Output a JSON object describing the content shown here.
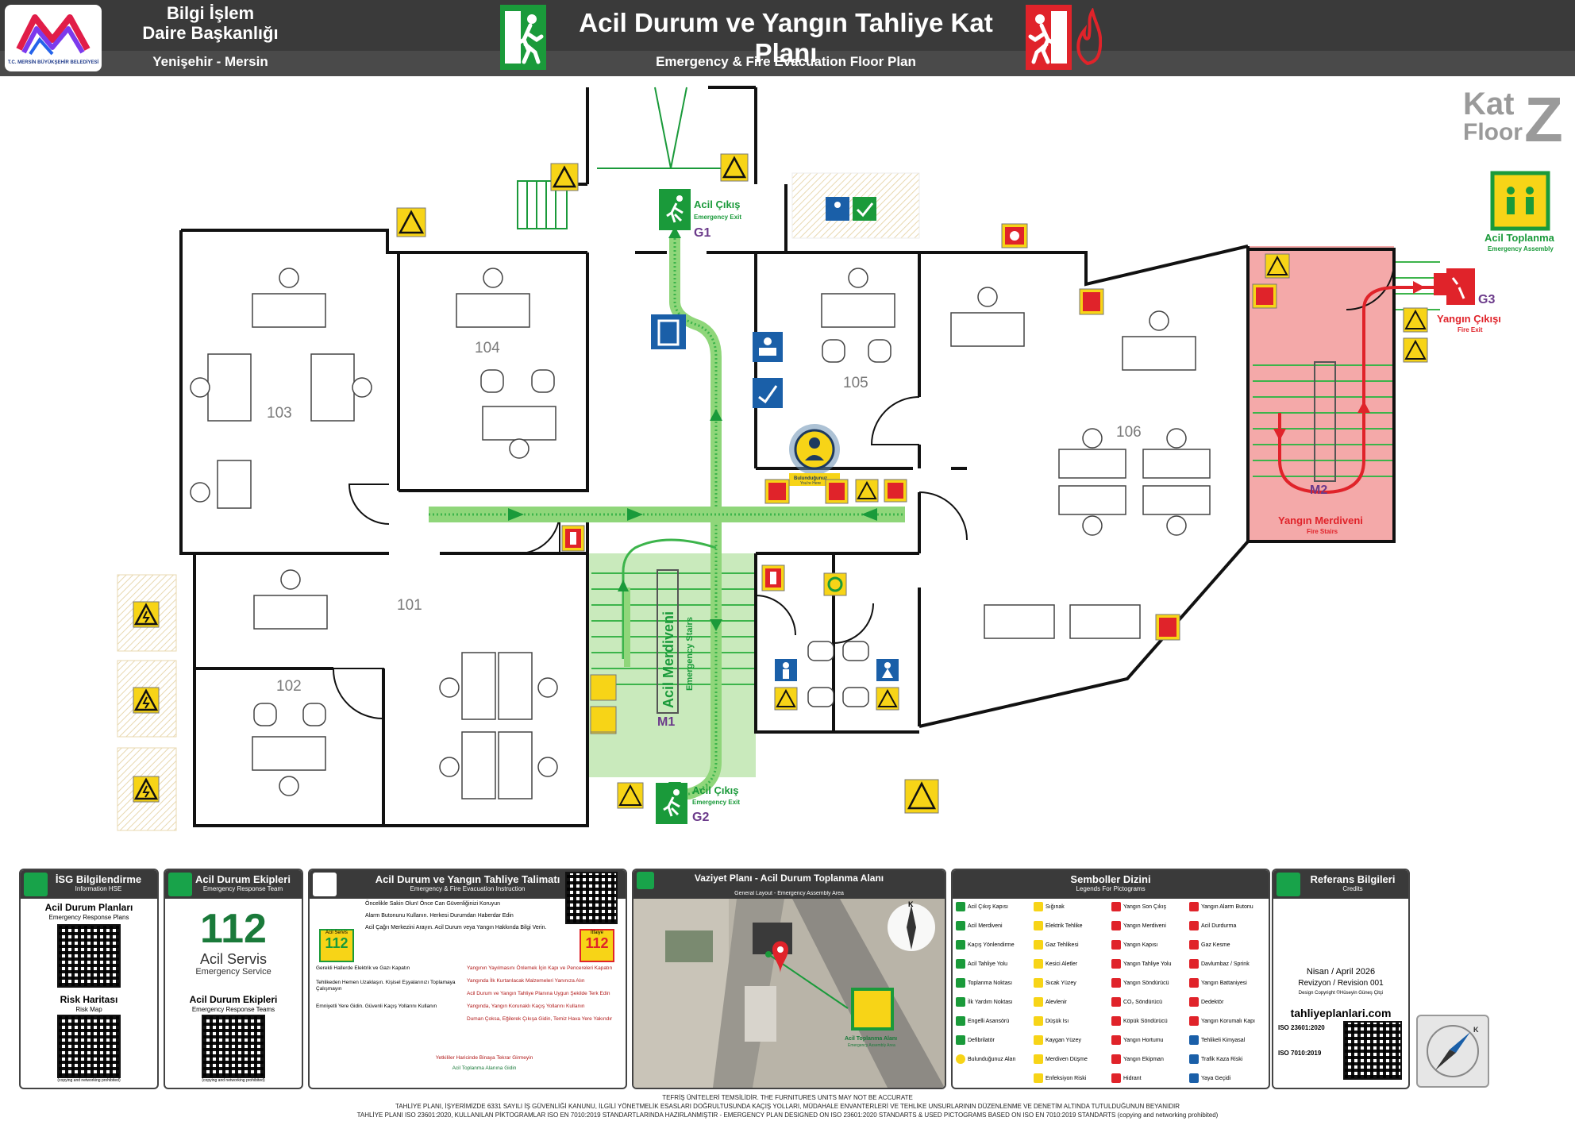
{
  "header": {
    "org_line1": "Bilgi İşlem",
    "org_line2": "Daire Başkanlığı",
    "location": "Yenişehir - Mersin",
    "logo_text": "T.C. MERSİN BÜYÜKŞEHİR BELEDİYESİ",
    "title": "Acil Durum ve Yangın Tahliye Kat Planı",
    "subtitle": "Emergency & Fire Evacuation Floor Plan"
  },
  "floor": {
    "kat": "Kat",
    "floor": "Floor",
    "code": "Z"
  },
  "rooms": {
    "r101": "101",
    "r102": "102",
    "r103": "103",
    "r104": "104",
    "r105": "105",
    "r106": "106"
  },
  "exits": {
    "g1_tr": "Acil Çıkış",
    "g1_en": "Emergency Exit",
    "g1_code": "G1",
    "g2_tr": "Acil Çıkış",
    "g2_en": "Emergency Exit",
    "g2_code": "G2",
    "g3_tr": "Yangın Çıkışı",
    "g3_en": "Fire Exit",
    "g3_code": "G3"
  },
  "stairs": {
    "m1_tr": "Acil Merdiveni",
    "m1_en": "Emergency Stairs",
    "m1_code": "M1",
    "m2_tr": "Yangın Merdiveni",
    "m2_en": "Fire Stairs",
    "m2_code": "M2"
  },
  "assembly": {
    "tr": "Acil Toplanma",
    "en": "Emergency Assembly"
  },
  "you_are_here": {
    "tr": "Bulunduğunuz",
    "en": "You're Here"
  },
  "panels": {
    "isg": {
      "title": "İSG Bilgilendirme",
      "sub": "Information HSE",
      "plans_tr": "Acil Durum Planları",
      "plans_en": "Emergency Response Plans",
      "risk_tr": "Risk Haritası",
      "risk_en": "Risk Map",
      "note": "(copying and networking prohibited)"
    },
    "team": {
      "title": "Acil Durum Ekipleri",
      "sub": "Emergency Response Team",
      "number": "112",
      "service_tr": "Acil Servis",
      "service_en": "Emergency Service",
      "teams_tr": "Acil Durum Ekipleri",
      "teams_en": "Emergency Response Teams",
      "note": "(copying and networking prohibited)"
    },
    "instr": {
      "title": "Acil Durum ve Yangın Tahliye Talimatı",
      "sub": "Emergency & Fire Evacuation Instruction",
      "emergency_tr": "Acil Servis",
      "emergency_num": "112",
      "fire_tr": "İtfaiye",
      "fire_num": "112",
      "lines": [
        "Öncelikle Sakin Olun! Önce Can Güvenliğinizi Koruyun",
        "Alarm Butonunu Kullanın. Herkesi Durumdan Haberdar Edin",
        "Acil Çağrı Merkezini Arayın. Acil Durum veya Yangın Hakkında Bilgi Verin.",
        "Gerekli Hallerde Elektrik ve Gazı Kapatın",
        "Tehlikeden Hemen Uzaklaşın. Kişisel Eşyalarınızı Toplamaya Çalışmayın",
        "Emniyetli Yere Gidin. Güvenli Kaçış Yollarını Kullanın",
        "Yangının Yayılmasını Önlemek İçin Kapı ve Pencereleri Kapatın",
        "Yangında İlk Kurtarılacak Malzemeleri Yanınıza Alın",
        "Acil Durum ve Yangın Tahliye Planına Uygun Şekilde Terk Edin",
        "Yangında, Yangın Korunaklı Kaçış Yollarını Kullanın",
        "Duman Çoksa, Eğilerek Çıkışa Gidin, Temiz Hava Yere Yakındır",
        "Yetkililer Haricinde Binaya Tekrar Girmeyin",
        "Acil Toplanma Alanına Gidin"
      ]
    },
    "site": {
      "title": "Vaziyet Planı - Acil Durum Toplanma Alanı",
      "sub": "General Layout - Emergency Assembly Area",
      "assembly_tr": "Acil Toplanma Alanı",
      "assembly_en": "Emergency Assembly Area",
      "north": "K"
    },
    "legend": {
      "title": "Semboller Dizini",
      "sub": "Legends For Pictograms",
      "col1": [
        "Acil Çıkış Kapısı",
        "Acil Merdiveni",
        "Kaçış Yönlendirme",
        "Acil Tahliye Yolu",
        "Toplanma Noktası",
        "İlk Yardım Noktası",
        "Engelli Asansörü",
        "Defibrilatör"
      ],
      "col2": [
        "Sığınak",
        "Elektrik Tehlike",
        "Gaz Tehlikesi",
        "Kesici Aletler",
        "Sıcak Yüzey",
        "Alevlenir",
        "Düşük Isı",
        "Kaygan Yüzey",
        "Merdiven Düşme",
        "Enfeksiyon Riski"
      ],
      "col3": [
        "Yangın Son Çıkış",
        "Yangın Merdiveni",
        "Yangın Kapısı",
        "Yangın Tahliye Yolu",
        "Yangın Söndürücü",
        "CO₂ Söndürücü",
        "Köpük Söndürücü",
        "Yangın Hortumu",
        "Yangın Ekipman",
        "Hidrant"
      ],
      "col4": [
        "Yangın Alarm Butonu",
        "Acil Durdurma",
        "Gaz Kesme",
        "Davlumbaz / Sprink",
        "Yangın Battaniyesi",
        "Dedektör",
        "Yangın Korumalı Kapı",
        "Tehlikeli Kimyasal",
        "Trafik Kaza Riski",
        "Yaya Geçidi"
      ],
      "here": "Bulunduğunuz Alan"
    },
    "ref": {
      "title": "Referans Bilgileri",
      "sub": "Credits",
      "date": "Nisan / April 2026",
      "rev": "Revizyon / Revision 001",
      "copy": "Design Copyright ©Hüseyin Güneş Çitçi",
      "site": "tahliyeplanlari.com",
      "iso1": "23601:2020",
      "iso2": "7010:2019"
    }
  },
  "footer": {
    "line1": "TEFRİŞ ÜNİTELERİ TEMSİLİDİR. THE FURNITURES UNITS MAY NOT BE ACCURATE",
    "line2": "TAHLİYE PLANI, İŞYERİMİZDE 6331 SAYILI İŞ GÜVENLİĞİ KANUNU, İLGİLİ YÖNETMELİK ESASLARI DOĞRULTUSUNDA KAÇIŞ YOLLARI, MÜDAHALE ENVANTERLERİ VE TEHLİKE UNSURLARININ DÜZENLENME VE DENETİM ALTINDA TUTULDUĞUNUN BEYANIDIR",
    "line3": "TAHLİYE PLANI ISO 23601:2020, KULLANILAN PİKTOGRAMLAR ISO EN 7010:2019 STANDARTLARINDA HAZIRLANMIŞTIR - EMERGENCY PLAN DESIGNED ON ISO 23601:2020 STANDARTS & USED PICTOGRAMS BASED ON ISO EN 7010:2019 STANDARTS (copying and networking prohibited)"
  },
  "colors": {
    "exit_green": "#1a9a3a",
    "fire_red": "#e0232a",
    "header": "#3a3a3a",
    "warn_yellow": "#f7d417"
  }
}
